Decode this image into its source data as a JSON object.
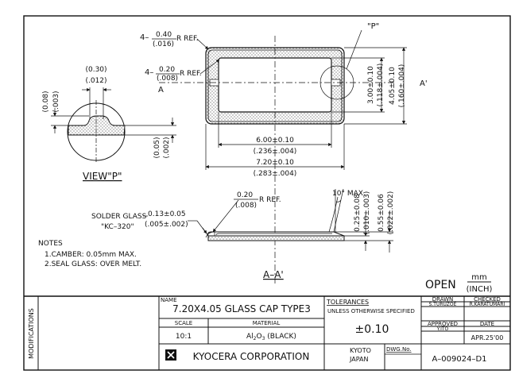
{
  "view_p_label": "VIEW\"P\"",
  "callout_p": "\"P\"",
  "section_label": "A–A'",
  "section_mark_left": "A",
  "section_mark_right": "A'",
  "dims": {
    "r_outer_val": "4–",
    "r_outer_mm": "0.40",
    "r_outer_in": "(.016)",
    "r_outer_ref": "R REF.",
    "r_inner_val": "4–",
    "r_inner_mm": "0.20",
    "r_inner_in": "(.008)",
    "r_inner_ref": "R REF.",
    "detail_w_mm": "(0.30)",
    "detail_w_in": "(.012)",
    "detail_h_mm": "(0.08)",
    "detail_h_in": "(.003)",
    "frame_t_mm": "(0.05)",
    "frame_t_in": "(.002)",
    "inner_w_mm": "6.00±0.10",
    "inner_w_in": "(.236±.004)",
    "outer_w_mm": "7.20±0.10",
    "outer_w_in": "(.283±.004)",
    "inner_h_mm": "3.00±0.10",
    "inner_h_in": "(.118±.004)",
    "outer_h_mm": "4.05±0.10",
    "outer_h_in": "(.160±.004)",
    "sec_r_mm": "0.20",
    "sec_r_in": "(.008)",
    "sec_r_ref": "R REF.",
    "angle": "10° MAX.",
    "glass_label": "SOLDER GLASS",
    "glass_type": "\"KC–320\"",
    "glass_t_mm": "0.13±0.05",
    "glass_t_in": "(.005±.002)",
    "lid_t_mm": "0.25±0.08",
    "lid_t_in": "(.010±.003)",
    "total_t_mm": "0.55±0.06",
    "total_t_in": "(.022±.002)"
  },
  "notes": {
    "title": "NOTES",
    "items": [
      "1.CAMBER: 0.05mm MAX.",
      "2.SEAL GLASS: OVER MELT."
    ]
  },
  "units": {
    "open": "OPEN",
    "mm": "mm",
    "inch": "(INCH)"
  },
  "title_block": {
    "modifications": "MODIFICATIONS",
    "name_label": "NAME",
    "name": "7.20X4.05 GLASS CAP TYPE3",
    "scale_label": "SCALE",
    "scale": "10:1",
    "material_label": "MATERIAL",
    "material_prefix": "Al",
    "material_sub1": "2",
    "material_mid": "O",
    "material_sub2": "3",
    "material_suffix": " (BLACK)",
    "tolerances_label": "TOLERANCES",
    "tolerances_note": "UNLESS OTHERWISE SPECIFIED",
    "tolerance": "±0.10",
    "drawn_label": "DRAWN",
    "drawn_by": "S.TURUZOE",
    "checked_label": "CHECKED",
    "checked_by": "R.KARATUMARI",
    "approved_label": "APPROVED",
    "approved_by": "Y.ITO",
    "date_label": "DATE",
    "date": "APR.25'00",
    "company": "KYOCERA CORPORATION",
    "city": "KYOTO",
    "country": "JAPAN",
    "dwg_label": "DWG.No.",
    "dwg_no": "A–009024–D1"
  }
}
